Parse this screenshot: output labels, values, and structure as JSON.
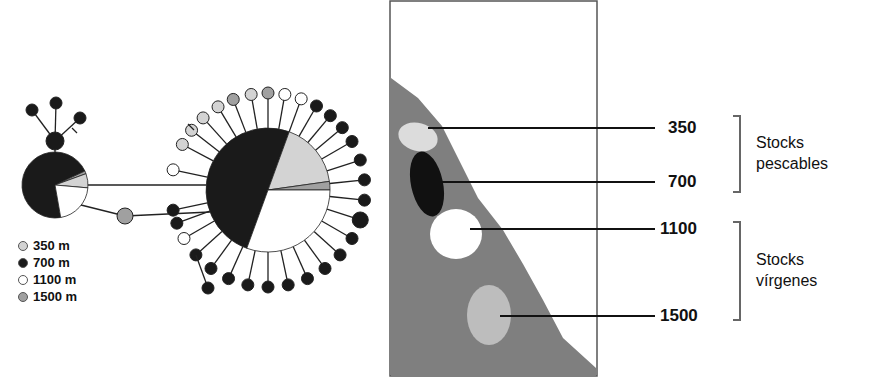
{
  "diagram": {
    "labels": [
      "350",
      "700",
      "1100",
      "1500",
      "Stocks pescables",
      "Stocks vírgenes"
    ],
    "legend": [
      {
        "text": "350 m",
        "color": "#d3d3d3"
      },
      {
        "text": "700 m",
        "color": "#1a1a1a"
      },
      {
        "text": "1100 m",
        "color": "#ffffff"
      },
      {
        "text": "1500 m",
        "color": "#a0a0a0"
      }
    ]
  }
}
